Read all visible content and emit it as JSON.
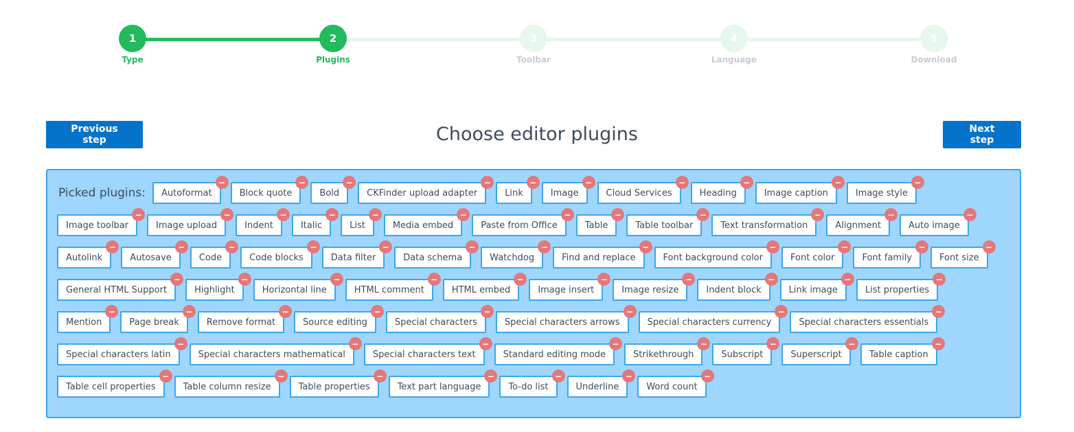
{
  "steps": [
    {
      "number": "1",
      "label": "Type",
      "state": "active"
    },
    {
      "number": "2",
      "label": "Plugins",
      "state": "active"
    },
    {
      "number": "3",
      "label": "Toolbar",
      "state": "inactive"
    },
    {
      "number": "4",
      "label": "Language",
      "state": "inactive"
    },
    {
      "number": "5",
      "label": "Download",
      "state": "inactive"
    }
  ],
  "header": {
    "prev_label": "Previous step",
    "title": "Choose editor plugins",
    "next_label": "Next step"
  },
  "plugins_panel": {
    "label": "Picked plugins:",
    "remove_glyph": "−",
    "items": [
      "Autoformat",
      "Block quote",
      "Bold",
      "CKFinder upload adapter",
      "Link",
      "Image",
      "Cloud Services",
      "Heading",
      "Image caption",
      "Image style",
      "Image toolbar",
      "Image upload",
      "Indent",
      "Italic",
      "List",
      "Media embed",
      "Paste from Office",
      "Table",
      "Table toolbar",
      "Text transformation",
      "Alignment",
      "Auto image",
      "Autolink",
      "Autosave",
      "Code",
      "Code blocks",
      "Data filter",
      "Data schema",
      "Watchdog",
      "Find and replace",
      "Font background color",
      "Font color",
      "Font family",
      "Font size",
      "General HTML Support",
      "Highlight",
      "Horizontal line",
      "HTML comment",
      "HTML embed",
      "Image insert",
      "Image resize",
      "Indent block",
      "Link image",
      "List properties",
      "Mention",
      "Page break",
      "Remove format",
      "Source editing",
      "Special characters",
      "Special characters arrows",
      "Special characters currency",
      "Special characters essentials",
      "Special characters latin",
      "Special characters mathematical",
      "Special characters text",
      "Standard editing mode",
      "Strikethrough",
      "Subscript",
      "Superscript",
      "Table caption",
      "Table cell properties",
      "Table column resize",
      "Table properties",
      "Text part language",
      "To-do list",
      "Underline",
      "Word count"
    ]
  },
  "colors": {
    "step_active": "#21bb5e",
    "step_inactive": "#e6f7ec",
    "button": "#0573c9",
    "panel_bg": "#9fd6fd",
    "panel_border": "#3aa6ee",
    "remove_badge": "#e2787a"
  }
}
